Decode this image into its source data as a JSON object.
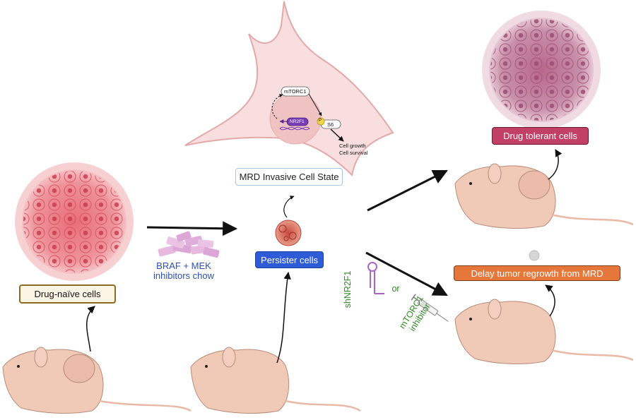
{
  "labels": {
    "drug_naive": "Drug-naïve cells",
    "braf_mek": "BRAF + MEK inhibitors chow",
    "mrd_state": "MRD Invasive Cell State",
    "persister": "Persister cells",
    "drug_tolerant": "Drug tolerant cells",
    "delay_regrowth": "Delay tumor regrowth from MRD",
    "shnr2f1": "shNR2F1",
    "or": "or",
    "mtorc1_inhibitor": "mTORC1 inhibitor"
  },
  "pathway": {
    "mtorc1": "mTORC1",
    "nr2f1": "NR2F1",
    "phospho": "P",
    "s6": "S6",
    "cell_growth": "Cell growth",
    "cell_survival": "Cell survival"
  },
  "colors": {
    "naive_box": "#fcf5e6",
    "mrd_box_border": "#a6c4e4",
    "persister_box": "#2e5bd7",
    "tolerant_box": "#c23f65",
    "delay_box": "#e6773a",
    "cell_pink": "#f4d6d6",
    "tumor_red": "#e9868c",
    "tumor_purple": "#b9718f",
    "mouse_skin": "#f1c9b7",
    "text_blue": "#2d4fb8",
    "text_green": "#2f8a22"
  },
  "icons": [
    "mouse-icon",
    "tumor-cluster-icon",
    "pill-chow-icon",
    "syringe-icon",
    "shrna-hairpin-icon",
    "dna-icon",
    "invasive-cell-icon"
  ]
}
